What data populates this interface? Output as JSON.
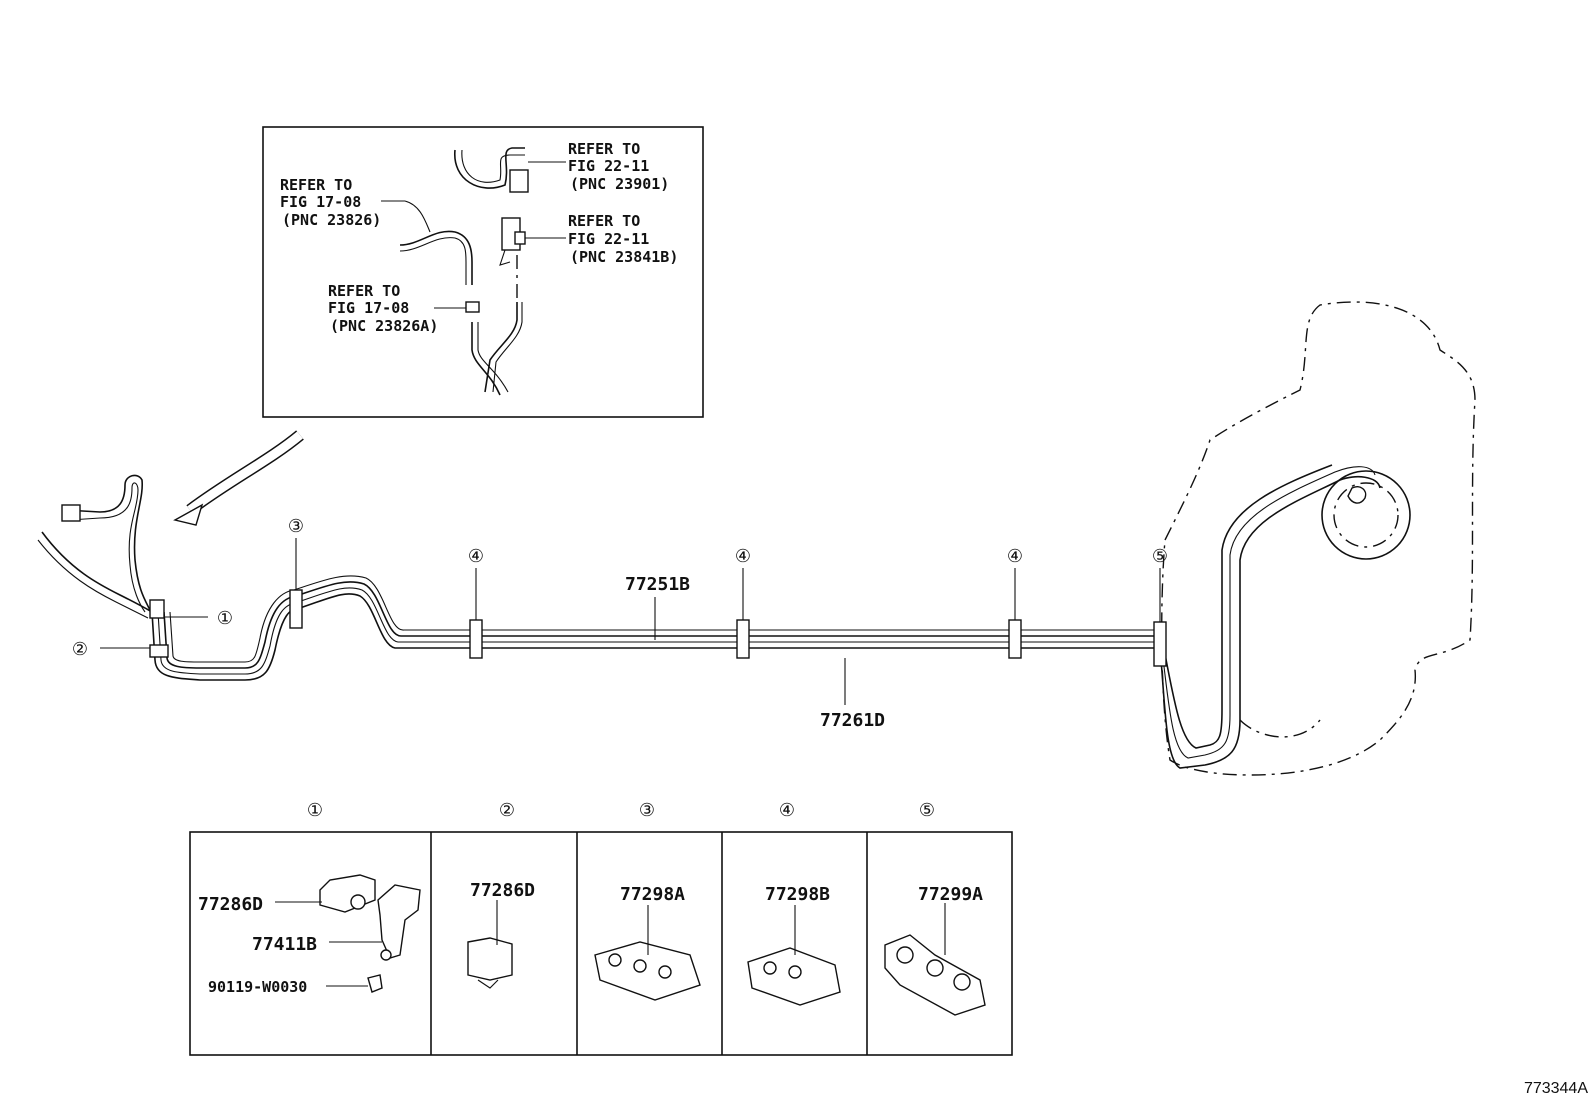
{
  "inset": {
    "refs": [
      {
        "line1": "REFER TO",
        "line2": "FIG 22-11",
        "line3": "(PNC 23901)"
      },
      {
        "line1": "REFER TO",
        "line2": "FIG 17-08",
        "line3": "(PNC 23826)"
      },
      {
        "line1": "REFER TO",
        "line2": "FIG 22-11",
        "line3": "(PNC 23841B)"
      },
      {
        "line1": "REFER TO",
        "line2": "FIG 17-08",
        "line3": "(PNC 23826A)"
      }
    ]
  },
  "main": {
    "part_upper_tube": "77251B",
    "part_lower_tube": "77261D",
    "clamp_markers": [
      "①",
      "②",
      "③",
      "④",
      "④",
      "④",
      "⑤"
    ]
  },
  "legend": {
    "columns": [
      {
        "marker": "①",
        "parts": [
          "77286D",
          "77411B",
          "90119-W0030"
        ]
      },
      {
        "marker": "②",
        "parts": [
          "77286D"
        ]
      },
      {
        "marker": "③",
        "parts": [
          "77298A"
        ]
      },
      {
        "marker": "④",
        "parts": [
          "77298B"
        ]
      },
      {
        "marker": "⑤",
        "parts": [
          "77299A"
        ]
      }
    ]
  },
  "drawing_id": "773344A"
}
